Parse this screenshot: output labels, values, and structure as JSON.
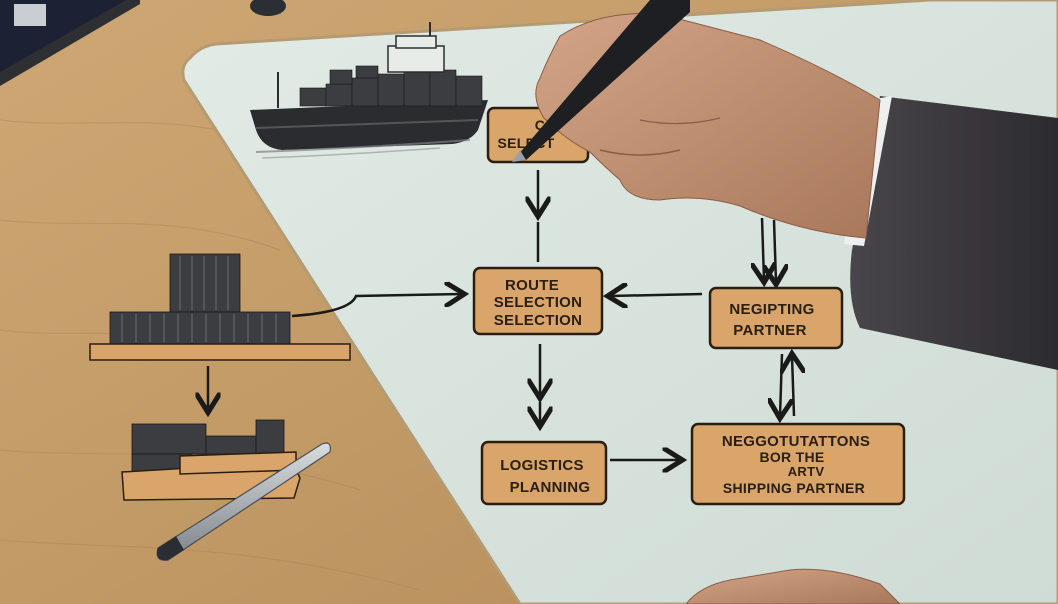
{
  "colors": {
    "desk": "#c8a06c",
    "paper": "#dbe5df",
    "box_fill": "#d9a56a",
    "box_stroke": "#2a1e12",
    "ink": "#1a1a1a",
    "sleeve": "#3d3c40",
    "skin": "#c49577"
  },
  "boxes": {
    "top": {
      "line1": "C",
      "line2": "SELECT"
    },
    "route": {
      "line1": "ROUTE",
      "line2": "SELECTION",
      "line3": "SELECTION"
    },
    "partner": {
      "line1": "NEGIPTING",
      "line2": "PARTNER"
    },
    "logistics": {
      "line1": "LOGISTICS",
      "line2": "PLANNING"
    },
    "negotiation": {
      "line1": "NEGGOTUTATTONS",
      "line2": "BOR THE",
      "line3": "ARTV",
      "line4": "SHIPPING PARTNER"
    }
  },
  "illustrations": {
    "ship": "cargo-ship-icon",
    "containers_stack": "container-stack-icon",
    "barge": "container-barge-icon"
  }
}
